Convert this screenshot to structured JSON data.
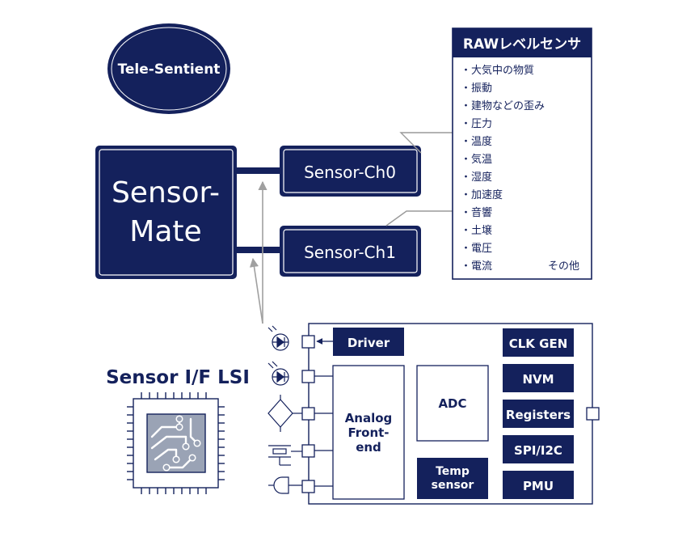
{
  "logo": {
    "text": "Tele-Sentient"
  },
  "main": {
    "line1": "Sensor-",
    "line2": "Mate"
  },
  "channels": [
    {
      "label": "Sensor-Ch0"
    },
    {
      "label": "Sensor-Ch1"
    }
  ],
  "raw_panel": {
    "title": "RAWレベルセンサ",
    "items": [
      "・大気中の物質",
      "・振動",
      "・建物などの歪み",
      "・圧力",
      "・温度",
      "・気温",
      "・湿度",
      "・加速度",
      "・音響",
      "・土壌",
      "・電圧",
      "・電流"
    ],
    "other": "その他"
  },
  "lsi": {
    "title": "Sensor I/F LSI",
    "blocks": {
      "driver": "Driver",
      "afe": [
        "Analog",
        "Front-",
        "end"
      ],
      "adc": "ADC",
      "temp": [
        "Temp",
        "sensor"
      ],
      "clk": "CLK GEN",
      "nvm": "NVM",
      "registers": "Registers",
      "spi": "SPI/I2C",
      "pmu": "PMU"
    }
  },
  "colors": {
    "navy": "#14215c",
    "gray_line": "#9a9a9a",
    "arrow_gray": "#a0a0a0",
    "chip_gray": "#9aa3b5"
  }
}
